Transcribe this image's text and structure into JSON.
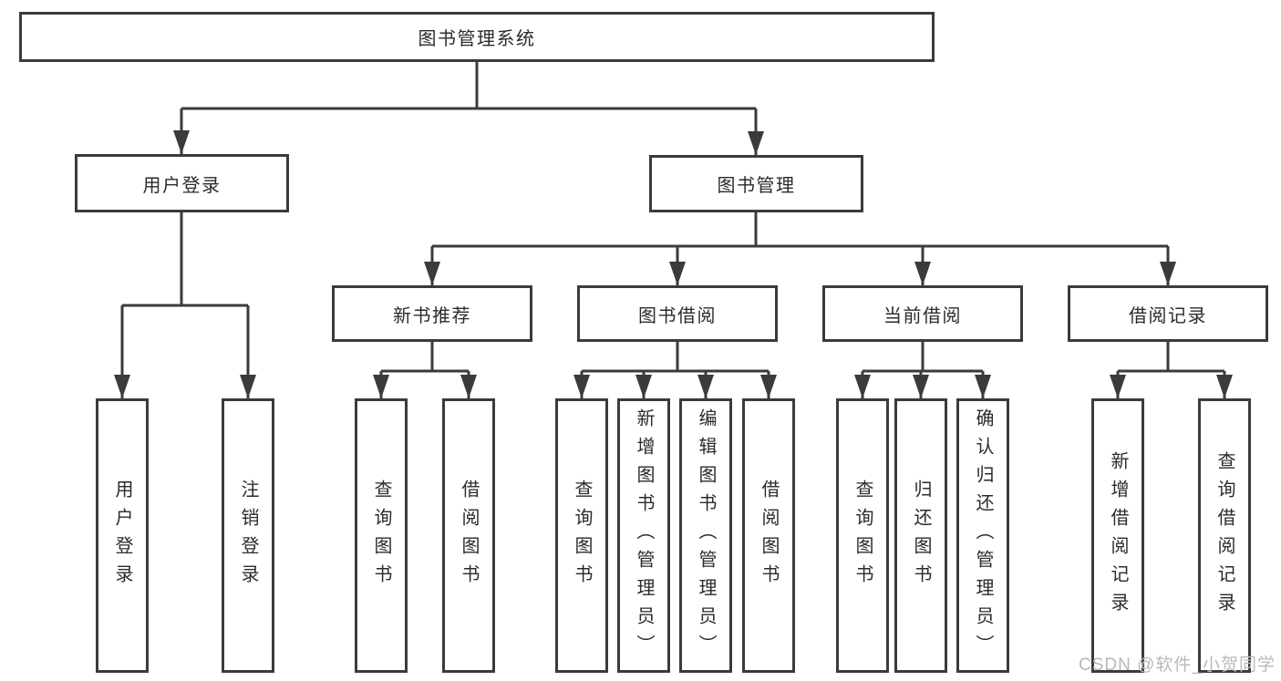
{
  "colors": {
    "line": "#3b3b3b",
    "box_border": "#3b3b3b",
    "text": "#2b2b2b",
    "background": "#ffffff",
    "watermark_text": "#b9b9b9"
  },
  "watermark": "CSDN @软件_小贺同学",
  "tree": {
    "label": "图书管理系统",
    "children": [
      {
        "label": "用户登录",
        "children": [
          {
            "label": "用户登录"
          },
          {
            "label": "注销登录"
          }
        ]
      },
      {
        "label": "图书管理",
        "children": [
          {
            "label": "新书推荐",
            "children": [
              {
                "label": "查询图书"
              },
              {
                "label": "借阅图书"
              }
            ]
          },
          {
            "label": "图书借阅",
            "children": [
              {
                "label": "查询图书"
              },
              {
                "label": "新增图书（管理员）"
              },
              {
                "label": "编辑图书（管理员）"
              },
              {
                "label": "借阅图书"
              }
            ]
          },
          {
            "label": "当前借阅",
            "children": [
              {
                "label": "查询图书"
              },
              {
                "label": "归还图书"
              },
              {
                "label": "确认归还（管理员）"
              }
            ]
          },
          {
            "label": "借阅记录",
            "children": [
              {
                "label": "新增借阅记录"
              },
              {
                "label": "查询借阅记录"
              }
            ]
          }
        ]
      }
    ]
  }
}
